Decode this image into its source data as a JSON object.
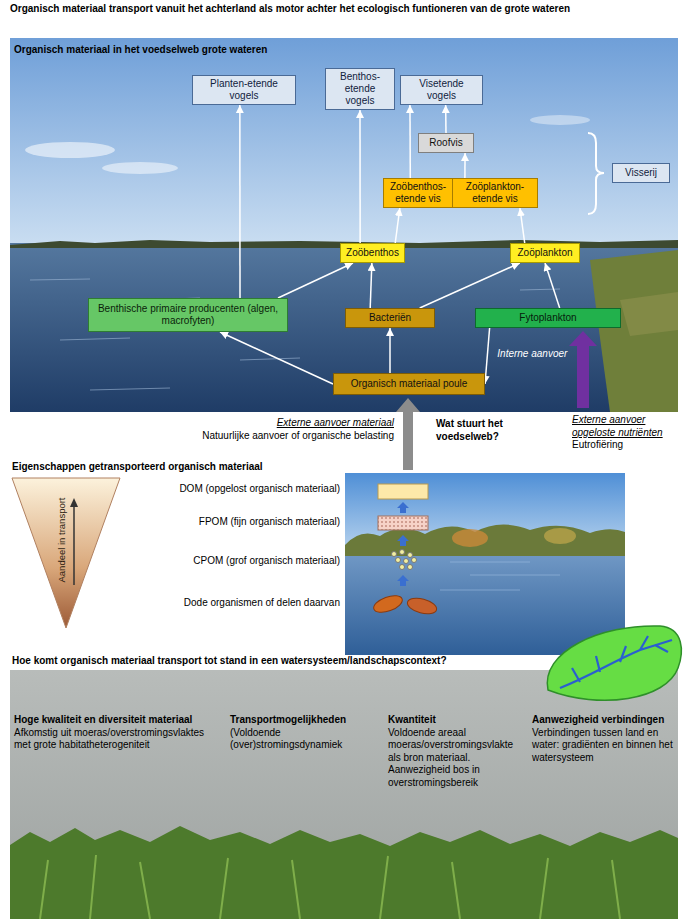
{
  "diagram": {
    "title": "Organisch materiaal transport vanuit het achterland als motor achter het ecologisch funtioneren van de grote wateren",
    "nodes": [
      {
        "text": [
          "Planten-etende vogels"
        ]
      },
      {
        "text": [
          "Benthos-etende vogels"
        ]
      },
      {
        "text": [
          "Visetende vogels"
        ]
      },
      {
        "text": [
          "Roofvis"
        ]
      },
      {
        "text": [
          "Visserij"
        ]
      },
      {
        "text": [
          "Zoöbenthos-etende vis"
        ]
      },
      {
        "text": [
          "Zoöplankton-etende vis"
        ]
      },
      {
        "text": [
          "Zoöbenthos"
        ]
      },
      {
        "text": [
          "Zoöplankton"
        ]
      },
      {
        "text": [
          "Benthische primaire producenten (algen, macrofyten)"
        ]
      },
      {
        "text": [
          "Bacteriën"
        ]
      },
      {
        "text": [
          "Fytoplankton"
        ]
      },
      {
        "text": [
          "Organisch materiaal poule"
        ]
      }
    ],
    "edges": [
      {
        "from": 9,
        "to": 0,
        "arrow": "to"
      },
      {
        "from": 7,
        "to": 1,
        "arrow": "to"
      },
      {
        "from": 5,
        "to": 2,
        "arrow": "to"
      },
      {
        "from": 6,
        "to": 3,
        "arrow": "to"
      },
      {
        "from": 3,
        "to": 2,
        "arrow": "to"
      },
      {
        "from": 7,
        "to": 5,
        "arrow": "to"
      },
      {
        "from": 8,
        "to": 6,
        "arrow": "to"
      },
      {
        "from": 9,
        "to": 7,
        "arrow": "to"
      },
      {
        "from": 10,
        "to": 7,
        "arrow": "to"
      },
      {
        "from": 10,
        "to": 8,
        "arrow": "to"
      },
      {
        "from": 11,
        "to": 8,
        "arrow": "to"
      },
      {
        "from": 12,
        "to": 10,
        "arrow": "to"
      },
      {
        "from": 12,
        "to": 9,
        "arrow": "to"
      },
      {
        "from": 11,
        "to": 12,
        "label": "Interne aanvoer",
        "arrow": "to"
      }
    ],
    "labels": [
      "Organisch materiaal in het voedselweb grote wateren",
      "Externe aanvoer materiaal",
      "Natuurlijke aanvoer of organische belasting",
      "Wat stuurt het voedselweb?",
      "Externe aanvoer opgeloste nutriënten",
      "Eutrofiëring",
      "Eigenschappen getransporteerd organisch materiaal",
      "Aandeel in transport",
      "DOM (opgelost organisch materiaal)",
      "FPOM (fijn organisch materiaal)",
      "CPOM (grof organisch materiaal)",
      "Dode organismen of delen daarvan",
      "Hoe komt organisch materiaal transport tot stand in een watersysteem/landschapscontext?",
      "Hoge kwaliteit en diversiteit materiaal",
      "Afkomstig uit moeras/overstromingsvlaktes met grote habitatheterogeniteit",
      "Transportmogelijkheden",
      "(Voldoende (over)stromingsdynamiek",
      "Kwantiteit",
      "Voldoende areaal moeras/overstromingsvlakte als bron materiaal. Aanwezigheid bos in overstromingsbereik",
      "Aanwezigheid verbindingen",
      "Verbindingen tussen land en water: gradiënten en binnen het watersysteem"
    ]
  }
}
